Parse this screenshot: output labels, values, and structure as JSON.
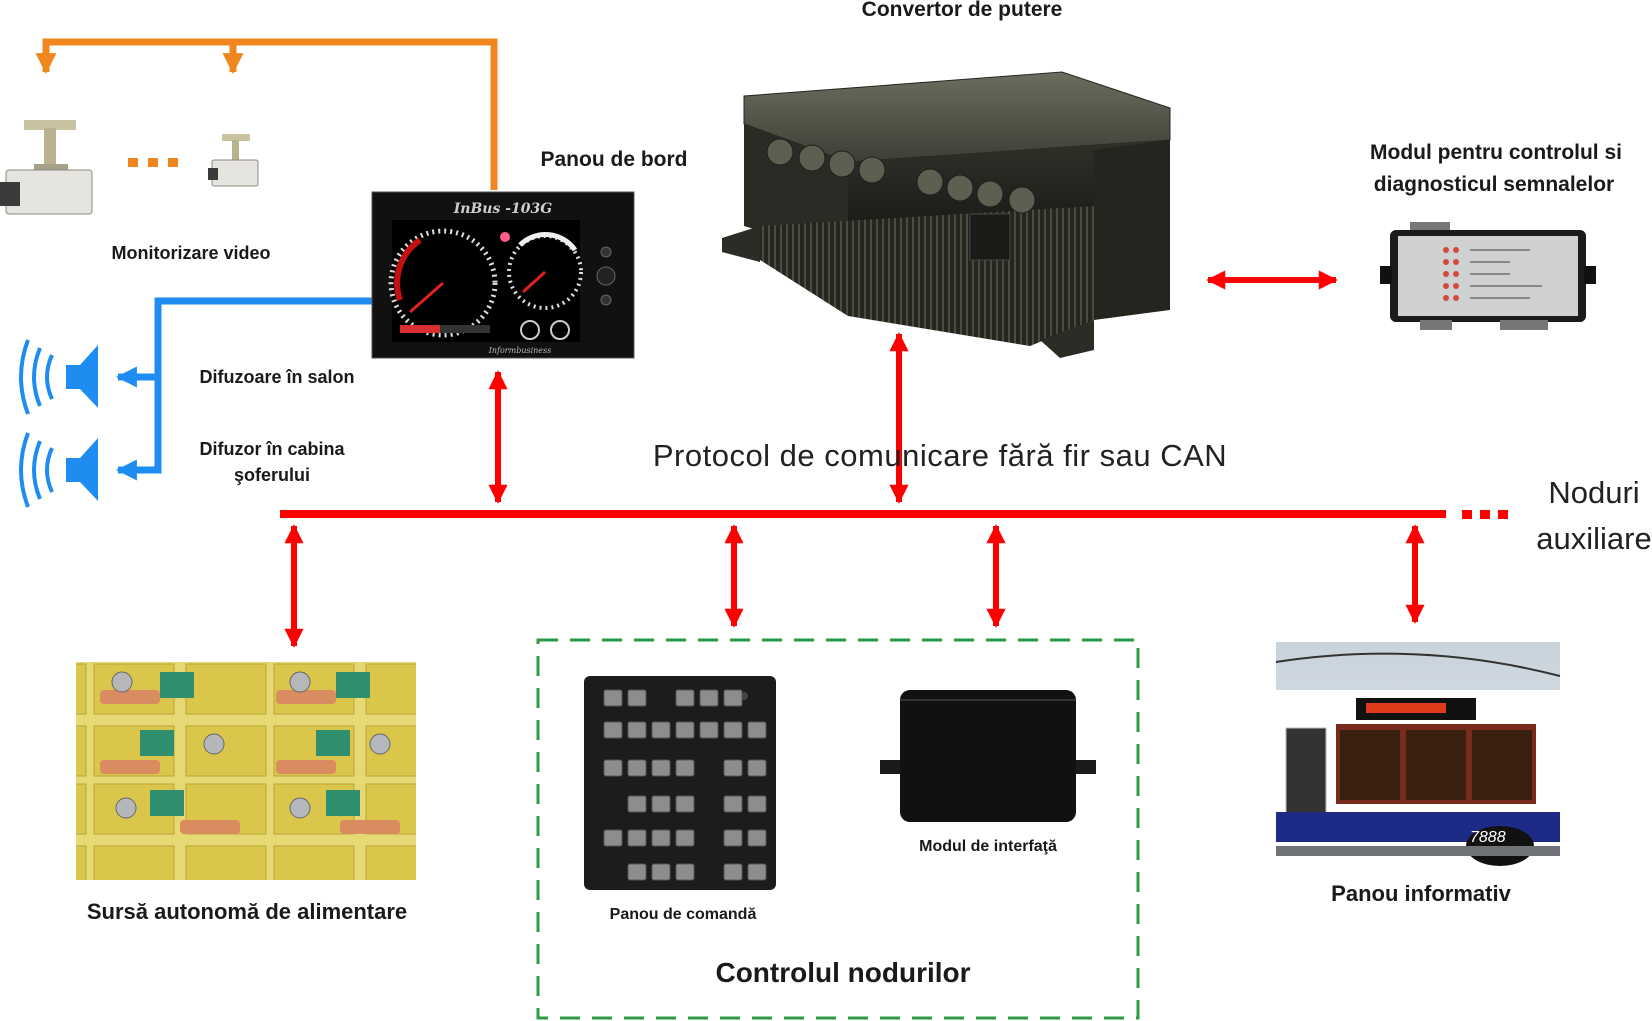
{
  "labels": {
    "power_converter": "Convertor de putere",
    "dashboard_panel": "Panou de bord",
    "signal_module_line1": "Modul pentru controlul si",
    "signal_module_line2": "diagnosticul semnalelor",
    "video_monitoring": "Monitorizare video",
    "speakers_salon": "Difuzoare în salon",
    "speaker_cab_line1": "Difuzor în cabina",
    "speaker_cab_line2": "şoferului",
    "bus_protocol": "Protocol de comunicare fără fir sau CAN",
    "aux_nodes_line1": "Noduri",
    "aux_nodes_line2": "auxiliare",
    "battery_source": "Sursă autonomă de alimentare",
    "command_panel": "Panou de comandă",
    "interface_module": "Modul de interfaţă",
    "node_control": "Controlul nodurilor",
    "info_panel": "Panou informativ",
    "dashboard_brand": "InBus -103G",
    "dashboard_maker": "Informbusiness",
    "bus_display_number": "7888",
    "camera_dots": "■■■",
    "bus_dots": "■■■"
  },
  "colors": {
    "bus_line": "#ff0000",
    "video_line": "#f0871e",
    "audio_line": "#1e8cf0",
    "node_group_border": "#2e9a44",
    "bus_body": "#ffffff",
    "bus_stripe": "#1d2b86"
  },
  "icons": {
    "camera": "cctv-camera-icon",
    "speaker": "loudspeaker-icon"
  }
}
